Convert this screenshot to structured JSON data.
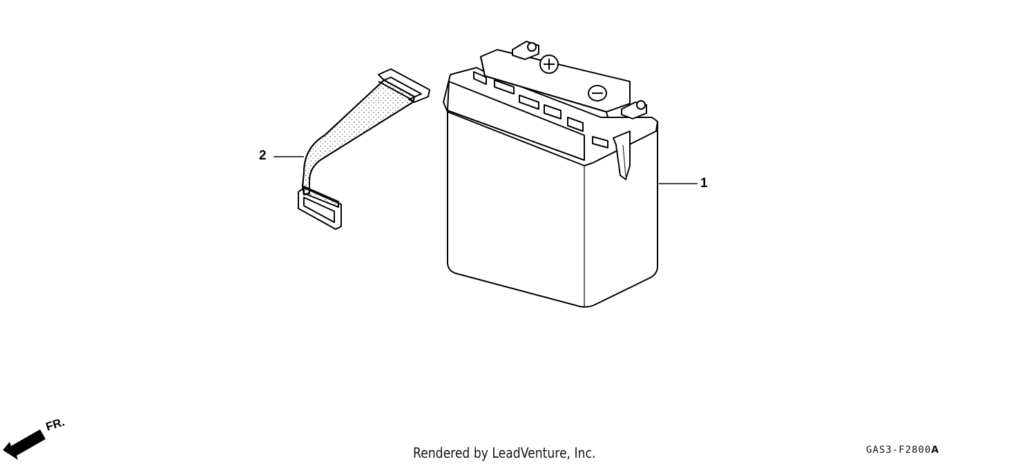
{
  "callouts": {
    "battery": "1",
    "strap": "2"
  },
  "direction_indicator": {
    "label": "FR.",
    "icon": "arrow-front-icon"
  },
  "footer": {
    "credit": "Rendered by LeadVenture, Inc.",
    "diagram_code": "GAS3-F2800",
    "diagram_code_suffix": "A"
  }
}
